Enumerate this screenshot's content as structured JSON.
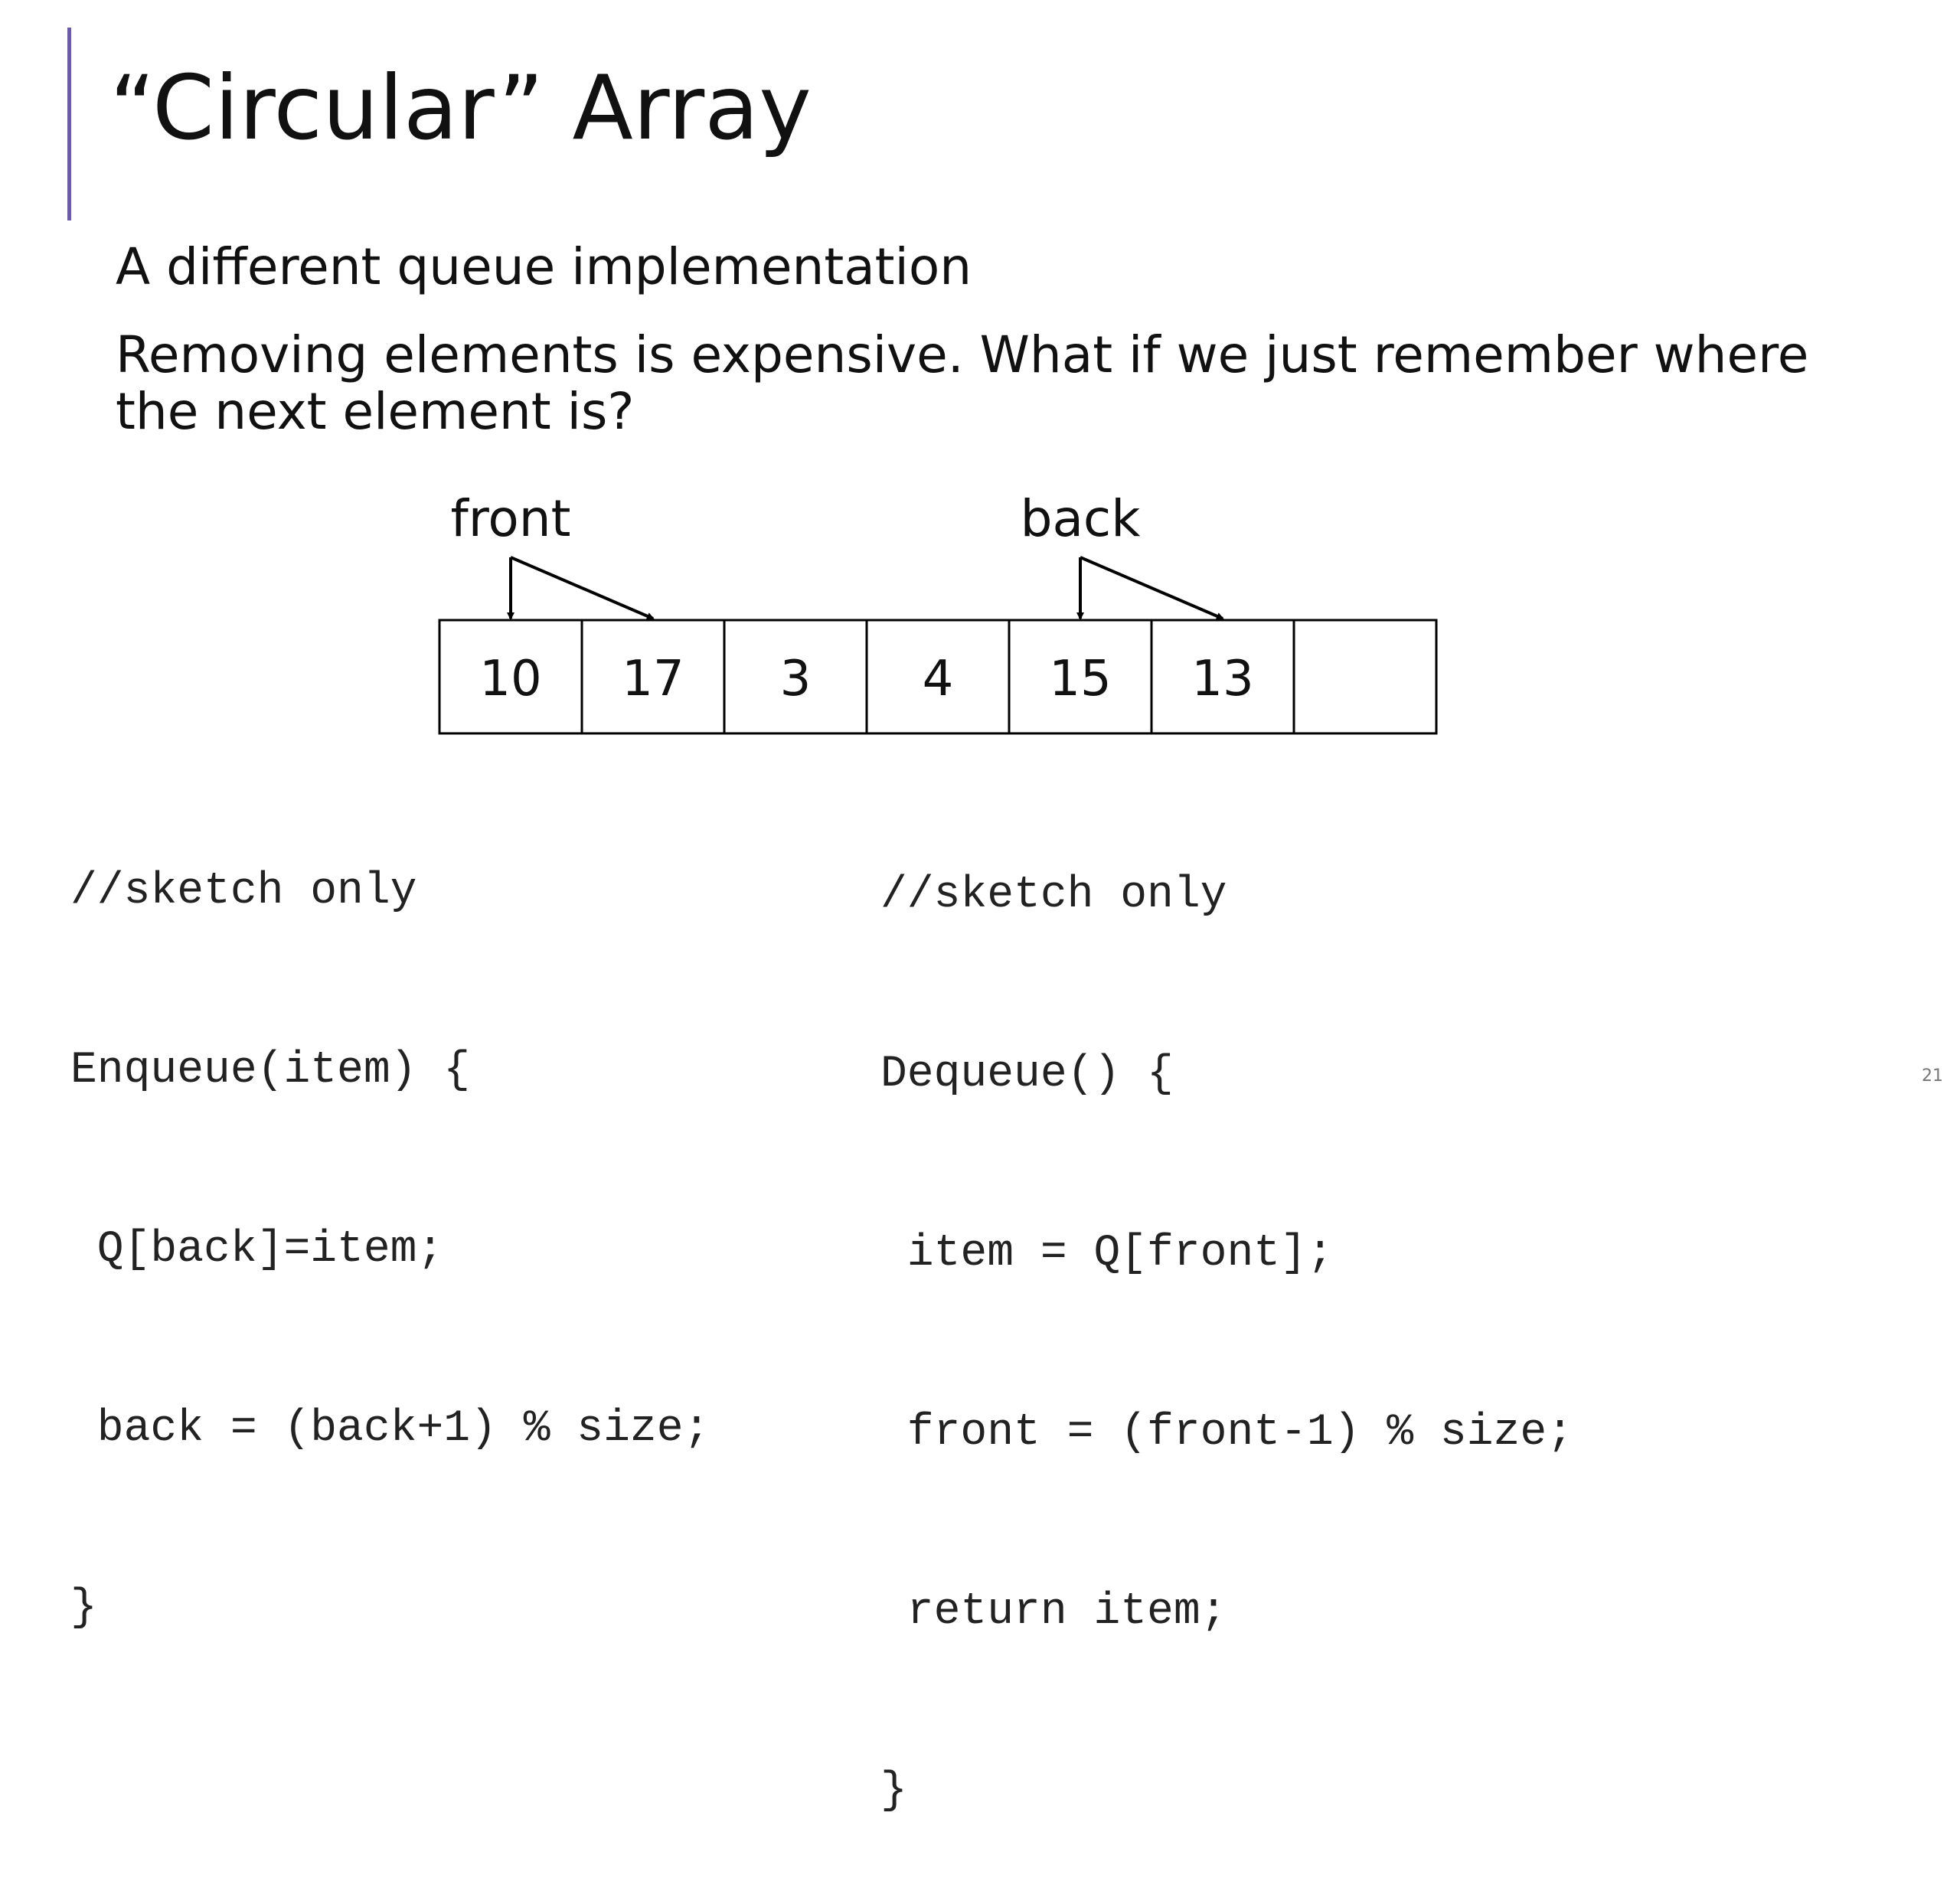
{
  "slide": {
    "title": "“Circular” Array",
    "body": [
      "A different queue implementation",
      "Removing elements is expensive. What if we just remember where the next element is?"
    ],
    "page_number": "21"
  },
  "diagram": {
    "cells": [
      "10",
      "17",
      "3",
      "4",
      "15",
      "13",
      ""
    ],
    "front_label": "front",
    "back_label": "back",
    "front_index": 0,
    "back_index": 4
  },
  "code_left": [
    "//sketch only",
    "Enqueue(item) {",
    " Q[back]=item;",
    " back = (back+1) % size;",
    "}"
  ],
  "code_right": [
    "//sketch only",
    "Dequeue() {",
    " item = Q[front];",
    " front = (front-1) % size;",
    " return item;",
    "}"
  ],
  "colors": {
    "accent": "#6a5ca8",
    "text": "#111111",
    "code": "#222222"
  }
}
